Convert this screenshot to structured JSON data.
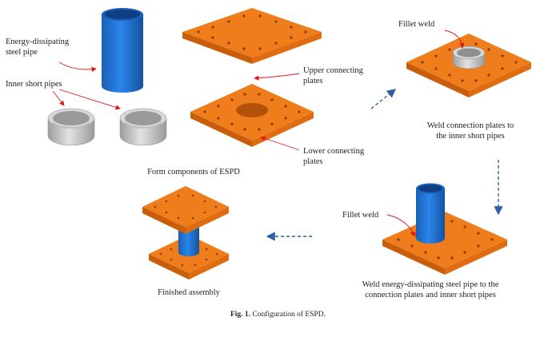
{
  "labels": {
    "steel_pipe_line1": "Energy-dissipating",
    "steel_pipe_line2": "steel pipe",
    "inner_short_pipes": "Inner short pipes",
    "upper_plates_line1": "Upper connecting",
    "upper_plates_line2": "plates",
    "lower_plates_line1": "Lower connecting",
    "lower_plates_line2": "plates",
    "fillet_weld_top": "Fillet weld",
    "fillet_weld_bottom": "Fillet weld"
  },
  "captions": {
    "form_components": "Form components of ESPD",
    "step1_line1": "Weld connection plates to",
    "step1_line2": "the inner short pipes",
    "step2_line1": "Weld energy-dissipating steel pipe to the",
    "step2_line2": "connection plates and inner short pipes",
    "finished": "Finished assembly"
  },
  "figure": {
    "number": "Fig. 1.",
    "title": "Configuration of ESPD."
  },
  "colors": {
    "plate_top": "#f07d1c",
    "plate_front": "#c85e0c",
    "plate_side": "#e06c12",
    "pipe_blue": "#1f6fd0",
    "pipe_blue_dark": "#1557a8",
    "ring_gray": "#c9c9c9",
    "leader_red": "#e01818",
    "flow_arrow": "#2d5fa8"
  }
}
